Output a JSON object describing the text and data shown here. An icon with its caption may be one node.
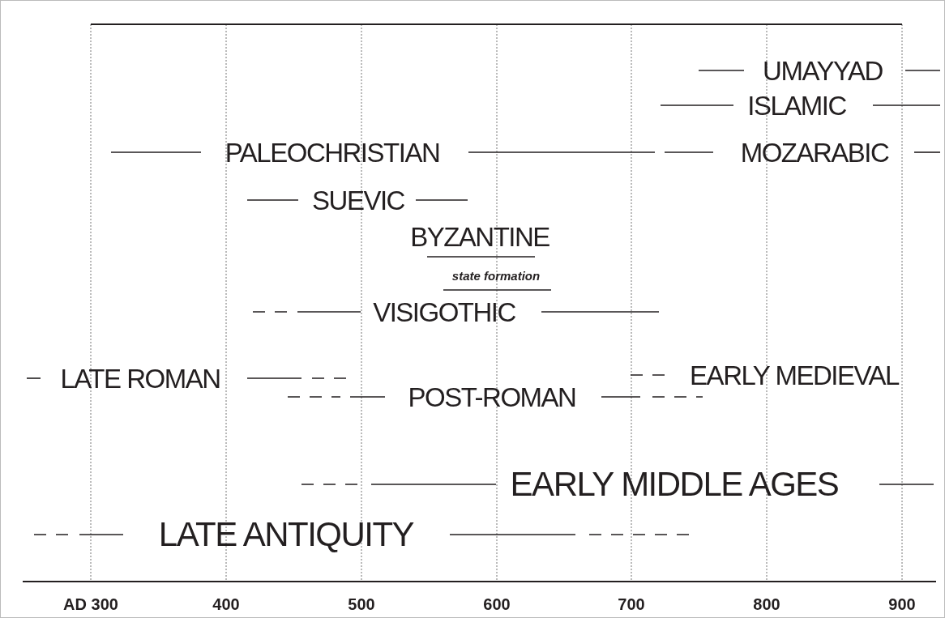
{
  "diagram": {
    "labels": [
      "UMAYYAD",
      "ISLAMIC",
      "PALEOCHRISTIAN",
      "MOZARABIC",
      "SUEVIC",
      "BYZANTINE",
      "state formation",
      "VISIGOTHIC",
      "LATE ROMAN",
      "EARLY MEDIEVAL",
      "POST-ROMAN",
      "EARLY MIDDLE AGES",
      "LATE ANTIQUITY",
      "AD 300",
      "400",
      "500",
      "600",
      "700",
      "800",
      "900"
    ]
  }
}
